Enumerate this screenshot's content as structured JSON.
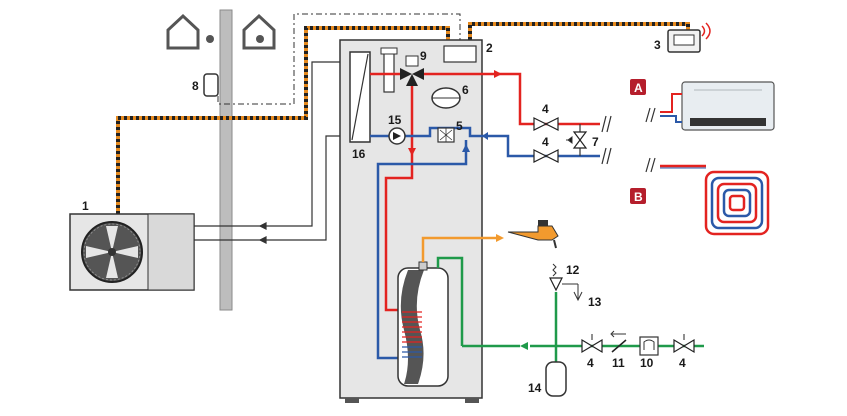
{
  "labels": {
    "n1": "1",
    "n2": "2",
    "n3": "3",
    "n4a": "4",
    "n4b": "4",
    "n4c": "4",
    "n4d": "4",
    "n5": "5",
    "n6": "6",
    "n7": "7",
    "n8": "8",
    "n9": "9",
    "n10": "10",
    "n11": "11",
    "n12": "12",
    "n13": "13",
    "n14": "14",
    "n15": "15",
    "n16": "16"
  },
  "badges": {
    "a": "A",
    "b": "B"
  },
  "colors": {
    "hot": "#e32320",
    "cold": "#2b59a8",
    "dhw": "#f29a2e",
    "cold_water": "#1f9a4a",
    "bus": "#e68a1e",
    "badge": "#b51e2c",
    "unit_fill": "#e6e6e6",
    "pole": "#bdbdbd"
  },
  "icons": {
    "outdoor_house": "house-icon",
    "indoor_house": "house-icon",
    "thermostat": "thermostat-icon",
    "wifi": "wifi-icon",
    "fan": "fan-icon",
    "faucet": "faucet-icon",
    "radiator": "fan-coil-icon",
    "floor": "underfloor-coil-icon"
  }
}
